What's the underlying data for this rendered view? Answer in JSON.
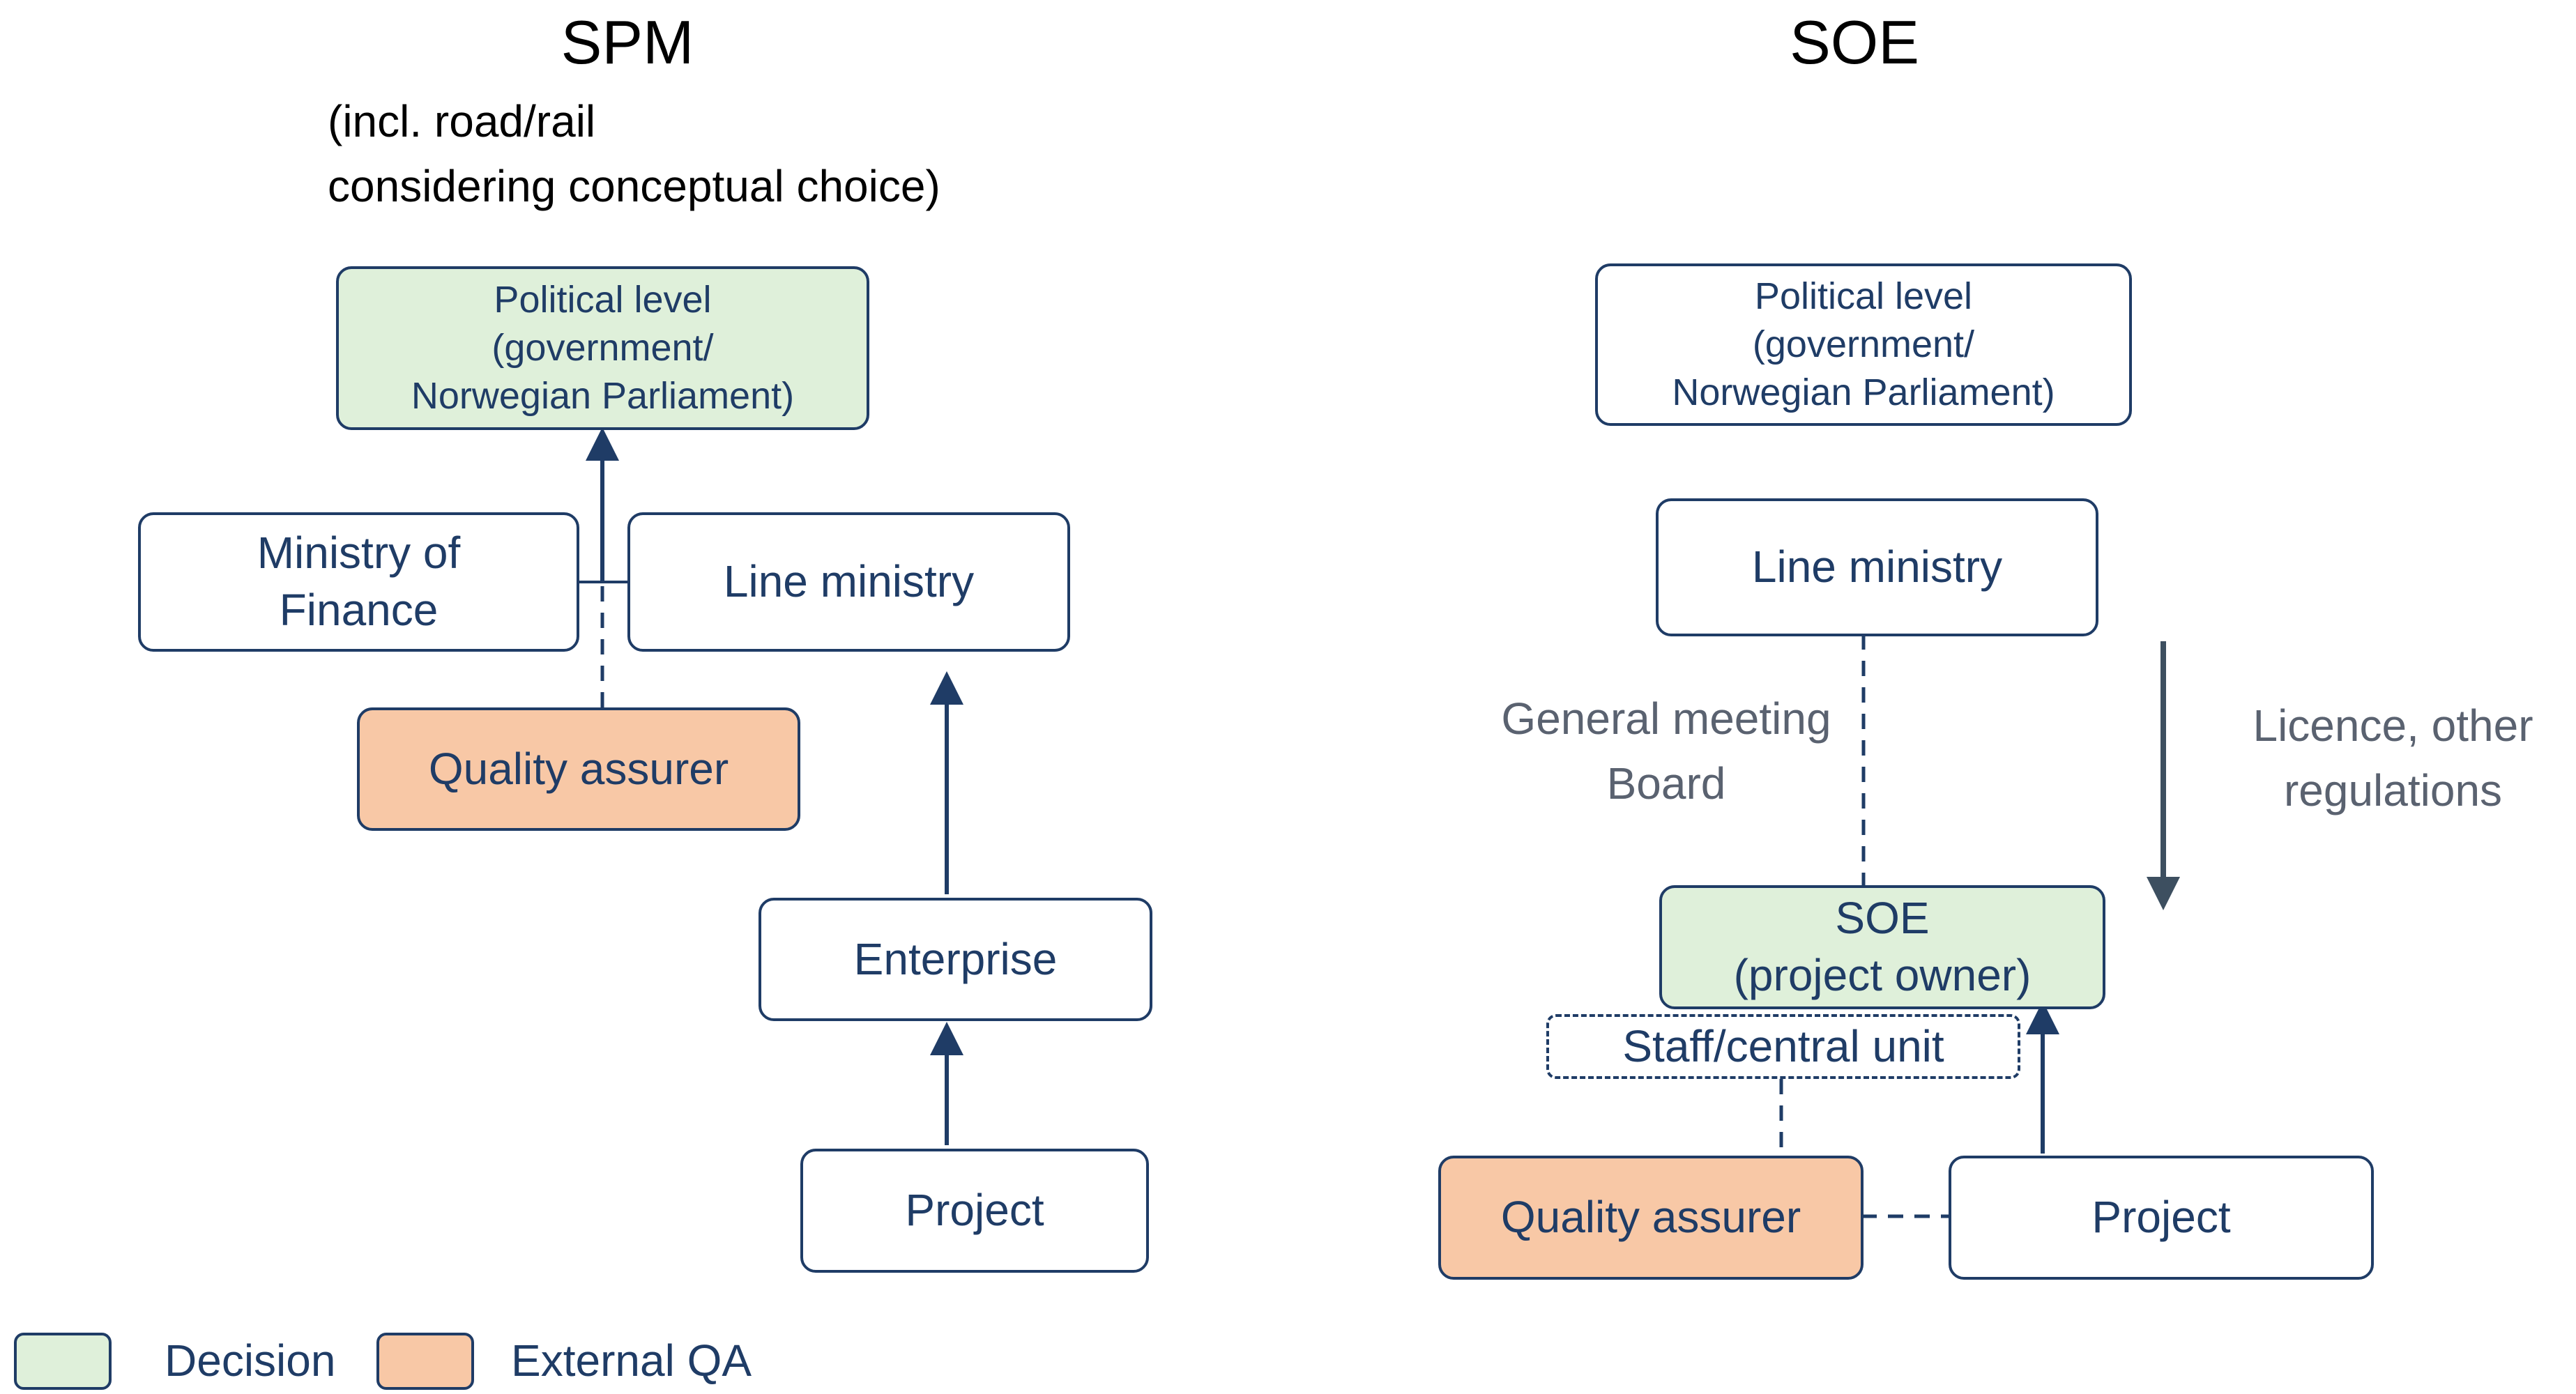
{
  "spm": {
    "title": "SPM",
    "subtitle": "(incl. road/rail\nconsidering conceptual choice)",
    "political_level": "Political level\n(government/\nNorwegian Parliament)",
    "ministry_of_finance": "Ministry of\nFinance",
    "line_ministry": "Line ministry",
    "quality_assurer": "Quality assurer",
    "enterprise": "Enterprise",
    "project": "Project"
  },
  "soe": {
    "title": "SOE",
    "political_level": "Political level\n(government/\nNorwegian Parliament)",
    "line_ministry": "Line ministry",
    "general_meeting": "General meeting\nBoard",
    "licence": "Licence, other\nregulations",
    "soe_owner": "SOE\n(project owner)",
    "staff_unit": "Staff/central unit",
    "quality_assurer": "Quality assurer",
    "project": "Project"
  },
  "legend": {
    "decision_label": "Decision",
    "external_qa_label": "External QA"
  },
  "colors": {
    "decision": "#dff0da",
    "external_qa": "#f8c8a6",
    "line": "#1f3c66",
    "annotation": "#5a6270"
  }
}
